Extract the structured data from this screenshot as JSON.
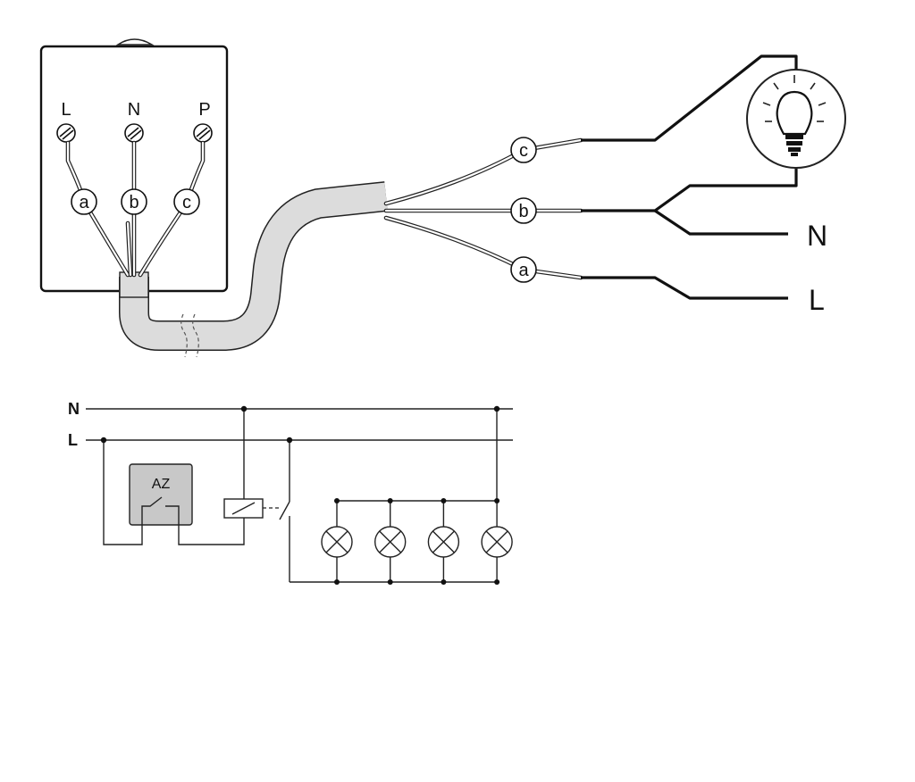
{
  "junction_box": {
    "terminals": [
      "L",
      "N",
      "P"
    ],
    "wire_markers": [
      "a",
      "b",
      "c"
    ]
  },
  "outgoing": {
    "wire_markers": [
      "c",
      "b",
      "a"
    ],
    "lines": [
      "N",
      "L"
    ]
  },
  "schematic": {
    "buses": [
      "N",
      "L"
    ],
    "switch_label": "AZ",
    "lamp_count": 4
  }
}
